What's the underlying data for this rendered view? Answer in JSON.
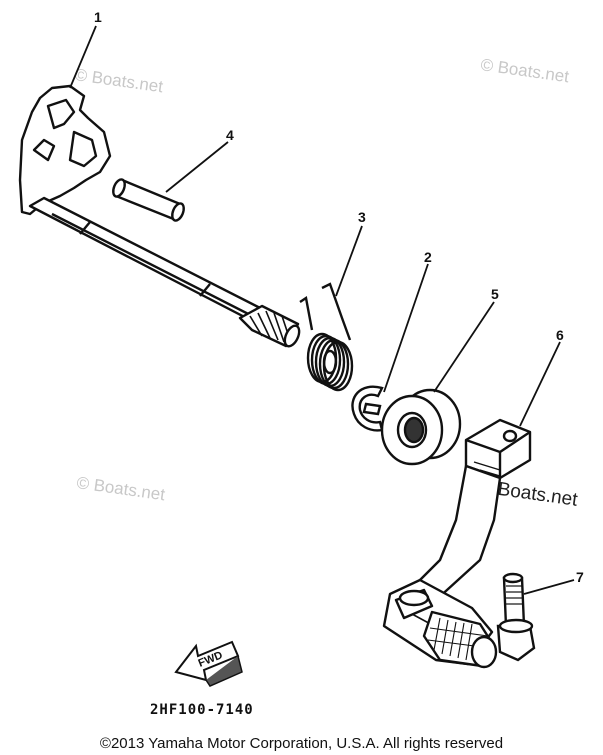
{
  "callouts": [
    "1",
    "2",
    "3",
    "4",
    "5",
    "6",
    "7"
  ],
  "watermark": "© Boats.net",
  "fwd_label": "FWD",
  "diagram_code": "2HF100-7140",
  "copyright": "©2013 Yamaha Motor Corporation, U.S.A. All rights reserved"
}
